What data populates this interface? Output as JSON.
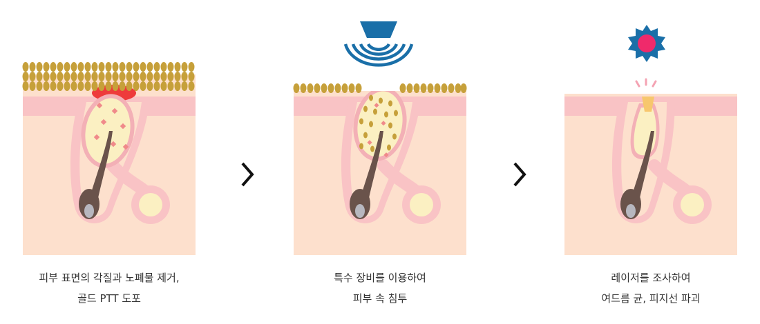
{
  "steps": [
    {
      "caption_line1": "피부 표면의 각질과 노폐물 제거,",
      "caption_line2": "골드 PTT 도포"
    },
    {
      "caption_line1": "특수 장비를 이용하여",
      "caption_line2": "피부 속 침투"
    },
    {
      "caption_line1": "레이저를 조사하여",
      "caption_line2": "여드름 균, 피지선 파괴"
    }
  ],
  "icons": {
    "step_arrow": "chevron-right-icon",
    "device": "ultrasound-device-icon",
    "laser": "laser-burst-icon"
  },
  "colors": {
    "skin_base": "#fde0cd",
    "skin_layer": "#f9c3c5",
    "gold": "#c6a03a",
    "sebum": "#fbf0c2",
    "hair": "#6a534b",
    "device_blue": "#1a6fa8",
    "laser_pink": "#ef2a6b",
    "inflammation_red": "#ee3b3b"
  }
}
